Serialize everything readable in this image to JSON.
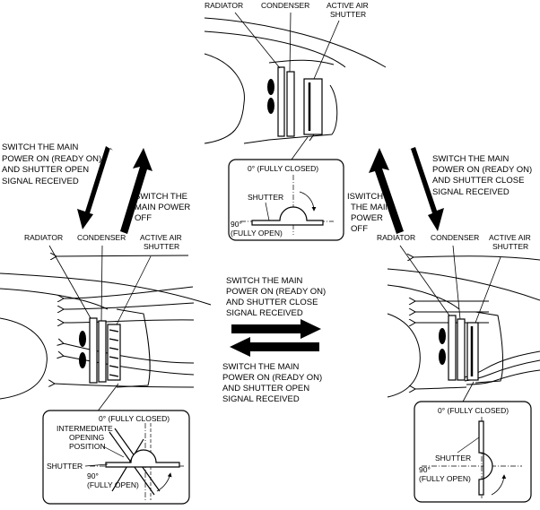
{
  "top": {
    "labels": {
      "radiator": "RADIATOR",
      "condenser": "CONDENSER",
      "shutter_l1": "ACTIVE AIR",
      "shutter_l2": "SHUTTER"
    },
    "inset": {
      "angle_closed": "0° (FULLY CLOSED)",
      "shutter": "SHUTTER",
      "angle_open_l1": "90°",
      "angle_open_l2": "(FULLY OPEN)"
    }
  },
  "left": {
    "labels": {
      "radiator": "RADIATOR",
      "condenser": "CONDENSER",
      "shutter_l1": "ACTIVE AIR",
      "shutter_l2": "SHUTTER"
    },
    "inset": {
      "angle_closed": "0° (FULLY CLOSED)",
      "intermediate_l1": "INTERMEDIATE",
      "intermediate_l2": "OPENING",
      "intermediate_l3": "POSITION",
      "shutter": "SHUTTER",
      "angle_open_l1": "90°",
      "angle_open_l2": "(FULLY OPEN)"
    }
  },
  "right": {
    "labels": {
      "radiator": "RADIATOR",
      "condenser": "CONDENSER",
      "shutter_l1": "ACTIVE AIR",
      "shutter_l2": "SHUTTER"
    },
    "inset": {
      "angle_closed": "0° (FULLY CLOSED)",
      "shutter": "SHUTTER",
      "angle_open_l1": "90°",
      "angle_open_l2": "(FULLY OPEN)"
    }
  },
  "transitions": {
    "top_to_left": [
      "SWITCH THE MAIN",
      "POWER ON (READY ON)",
      "AND SHUTTER OPEN",
      "SIGNAL RECEIVED"
    ],
    "left_to_top": [
      "SWITCH THE",
      "MAIN POWER",
      "OFF"
    ],
    "top_to_right": [
      "SWITCH THE MAIN",
      "POWER ON (READY ON)",
      "AND SHUTTER CLOSE",
      "SIGNAL RECEIVED"
    ],
    "right_to_top": [
      "ISWITCH",
      "THE MAIN",
      "POWER",
      "OFF"
    ],
    "left_to_right": [
      "SWITCH THE MAIN",
      "POWER ON (READY ON)",
      "AND SHUTTER CLOSE",
      "SIGNAL RECEIVED"
    ],
    "right_to_left": [
      "SWITCH THE MAIN",
      "POWER ON (READY ON)",
      "AND SHUTTER OPEN",
      "SIGNAL RECEIVED"
    ]
  }
}
